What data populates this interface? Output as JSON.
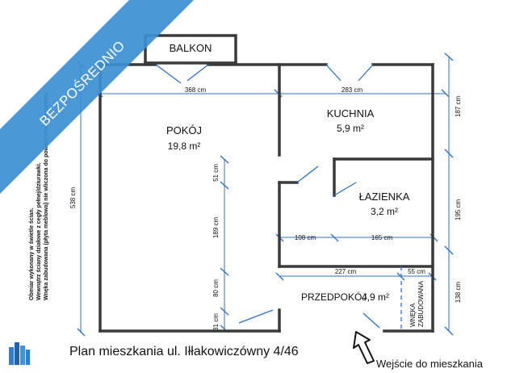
{
  "banner": {
    "text": "BEZPOŚREDNIO",
    "color": "#3c8fd4"
  },
  "rooms": {
    "balkon": {
      "name": "BALKON"
    },
    "pokoj": {
      "name": "POKÓJ",
      "area": "19,8 m²"
    },
    "kuchnia": {
      "name": "KUCHNIA",
      "area": "5,9 m²"
    },
    "lazienka": {
      "name": "ŁAZIENKA",
      "area": "3,2 m²"
    },
    "przedpokoj": {
      "name": "PRZEDPOKÓJ",
      "area": "4,9 m²"
    },
    "wneka": {
      "line1": "WNĘKA",
      "line2": "ZABUDOWANA"
    }
  },
  "dimensions": {
    "top_left": "368 cm",
    "top_right": "283 cm",
    "left_height": "538 cm",
    "right_top": "187 cm",
    "right_mid": "195 cm",
    "right_bottom": "138 cm",
    "bath_left": "108 cm",
    "bath_right": "165 cm",
    "hall_width": "227 cm",
    "niche_width": "55 cm",
    "inner_1": "51 cm",
    "inner_2": "189 cm",
    "inner_3": "80 cm",
    "inner_4": "31 cm"
  },
  "notes": {
    "line1": "Obmiar wykonany w świetle ścian.",
    "line2": "Wewnątrz ściany działowe z cegły pełnej/dziurawki.",
    "line3": "Wnęka zabudowana (płyta meblowa) nie wliczona do powierzchni mieszkania."
  },
  "caption": "Plan mieszkania ul. Iłłakowiczówny 4/46",
  "entrance": "Wejście do mieszkania",
  "colors": {
    "wall": "#3a3a3a",
    "dimension": "#2c6fd1",
    "niche": "#2c6fd1"
  }
}
